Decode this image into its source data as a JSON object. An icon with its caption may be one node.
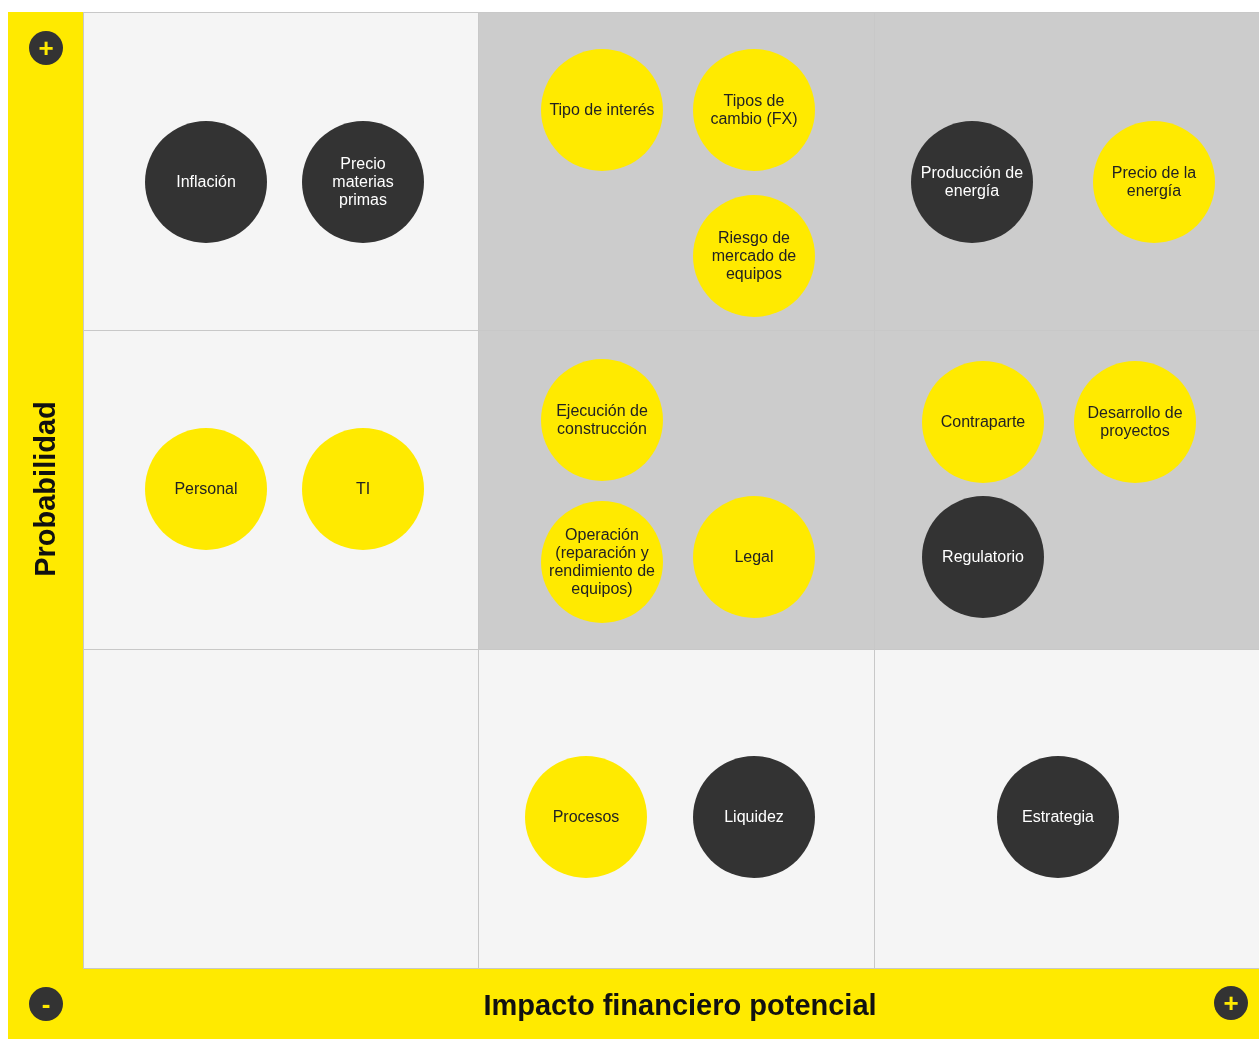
{
  "diagram": {
    "nodes": [
      {
        "text": [
          "Inflación"
        ]
      },
      {
        "text": [
          "Precio materias primas"
        ]
      },
      {
        "text": [
          "Tipo de interés"
        ]
      },
      {
        "text": [
          "Tipos de cambio (FX)"
        ]
      },
      {
        "text": [
          "Riesgo de mercado de equipos"
        ]
      },
      {
        "text": [
          "Producción de energía"
        ]
      },
      {
        "text": [
          "Precio de la energía"
        ]
      },
      {
        "text": [
          "Personal"
        ]
      },
      {
        "text": [
          "TI"
        ]
      },
      {
        "text": [
          "Ejecución de construcción"
        ]
      },
      {
        "text": [
          "Contraparte"
        ]
      },
      {
        "text": [
          "Desarrollo de proyectos"
        ]
      },
      {
        "text": [
          "Operación (reparación y rendimiento de equipos)"
        ]
      },
      {
        "text": [
          "Legal"
        ]
      },
      {
        "text": [
          "Regulatorio"
        ]
      },
      {
        "text": [
          "Procesos"
        ]
      },
      {
        "text": [
          "Liquidez"
        ]
      },
      {
        "text": [
          "Estrategia"
        ]
      }
    ],
    "edges": [],
    "labels": [
      "+",
      "Probabilidad",
      "-",
      "Impacto financiero potencial",
      "+"
    ]
  }
}
